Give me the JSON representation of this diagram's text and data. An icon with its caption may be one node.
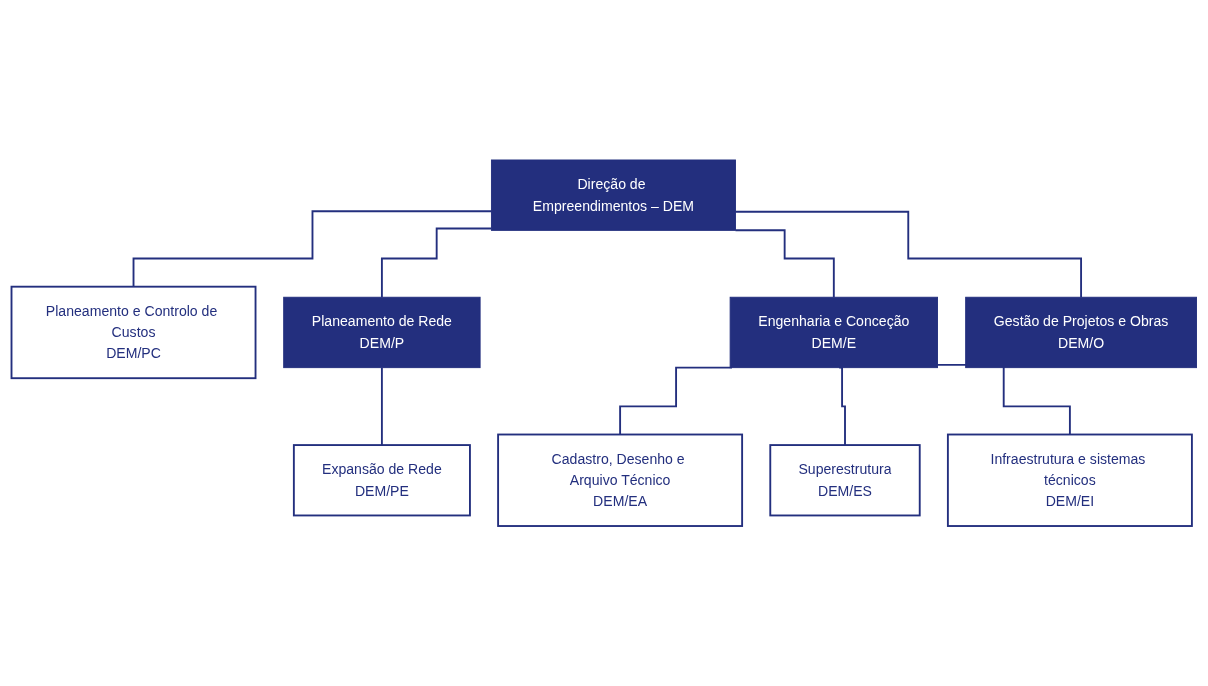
{
  "diagram": {
    "nodes": [
      {
        "text": [
          "Direção de Empreendimentos – DEM"
        ]
      },
      {
        "text": [
          "Planeamento e Controlo de Custos",
          "DEM/PC"
        ]
      },
      {
        "text": [
          "Planeamento de Rede",
          "DEM/P"
        ]
      },
      {
        "text": [
          "Engenharia e Conceção",
          "DEM/E"
        ]
      },
      {
        "text": [
          "Gestão de Projetos e Obras",
          "DEM/O"
        ]
      },
      {
        "text": [
          "Expansão de Rede",
          "DEM/PE"
        ]
      },
      {
        "text": [
          "Cadastro, Desenho e Arquivo Técnico",
          "DEM/EA"
        ]
      },
      {
        "text": [
          "Superestrutura",
          "DEM/ES"
        ]
      },
      {
        "text": [
          "Infraestrutura e sistemas técnicos",
          "DEM/EI"
        ]
      }
    ],
    "edges": [
      {
        "from": 0,
        "to": 1,
        "arrow": "none"
      },
      {
        "from": 0,
        "to": 2,
        "arrow": "none"
      },
      {
        "from": 0,
        "to": 3,
        "arrow": "none"
      },
      {
        "from": 0,
        "to": 4,
        "arrow": "none"
      },
      {
        "from": 2,
        "to": 5,
        "arrow": "none"
      },
      {
        "from": 3,
        "to": 6,
        "arrow": "none"
      },
      {
        "from": 3,
        "to": 7,
        "arrow": "none"
      },
      {
        "from": 3,
        "to": 8,
        "arrow": "none"
      }
    ]
  }
}
